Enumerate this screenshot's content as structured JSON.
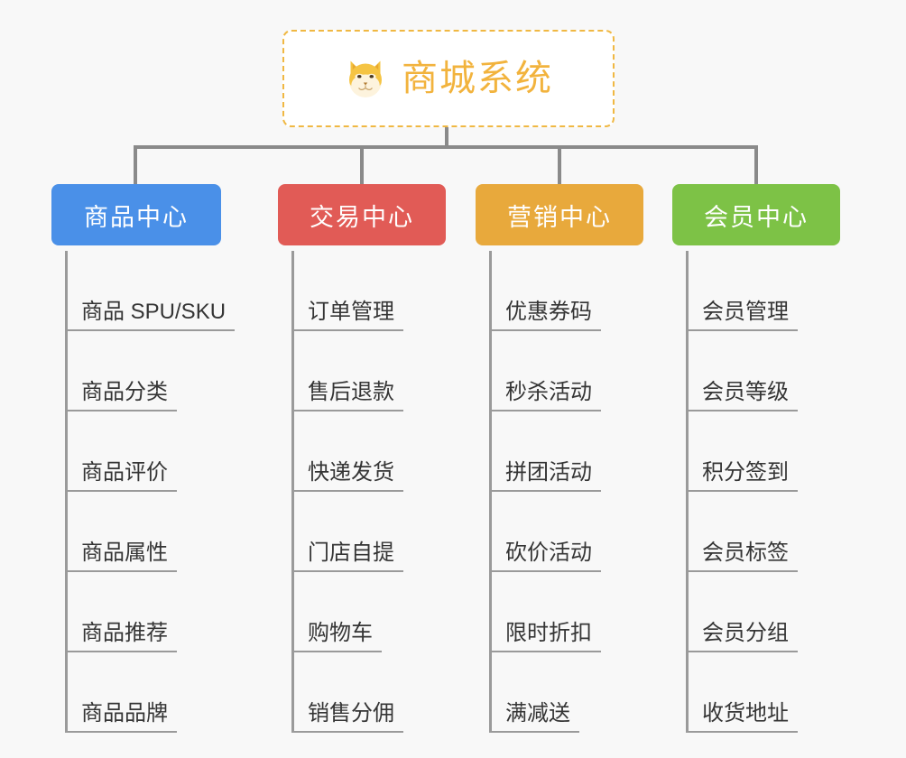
{
  "background_color": "#f8f8f8",
  "root": {
    "title": "商城系统",
    "icon": "shiba-dog-icon",
    "title_color": "#f2b33d",
    "border_color": "#f0b843"
  },
  "columns": [
    {
      "title": "商品中心",
      "color": "#4a90e8",
      "items": [
        "商品 SPU/SKU",
        "商品分类",
        "商品评价",
        "商品属性",
        "商品推荐",
        "商品品牌"
      ]
    },
    {
      "title": "交易中心",
      "color": "#e15b56",
      "items": [
        "订单管理",
        "售后退款",
        "快递发货",
        "门店自提",
        "购物车",
        "销售分佣"
      ]
    },
    {
      "title": "营销中心",
      "color": "#e8a93c",
      "items": [
        "优惠券码",
        "秒杀活动",
        "拼团活动",
        "砍价活动",
        "限时折扣",
        "满减送"
      ]
    },
    {
      "title": "会员中心",
      "color": "#7dc246",
      "items": [
        "会员管理",
        "会员等级",
        "积分签到",
        "会员标签",
        "会员分组",
        "收货地址"
      ]
    }
  ]
}
